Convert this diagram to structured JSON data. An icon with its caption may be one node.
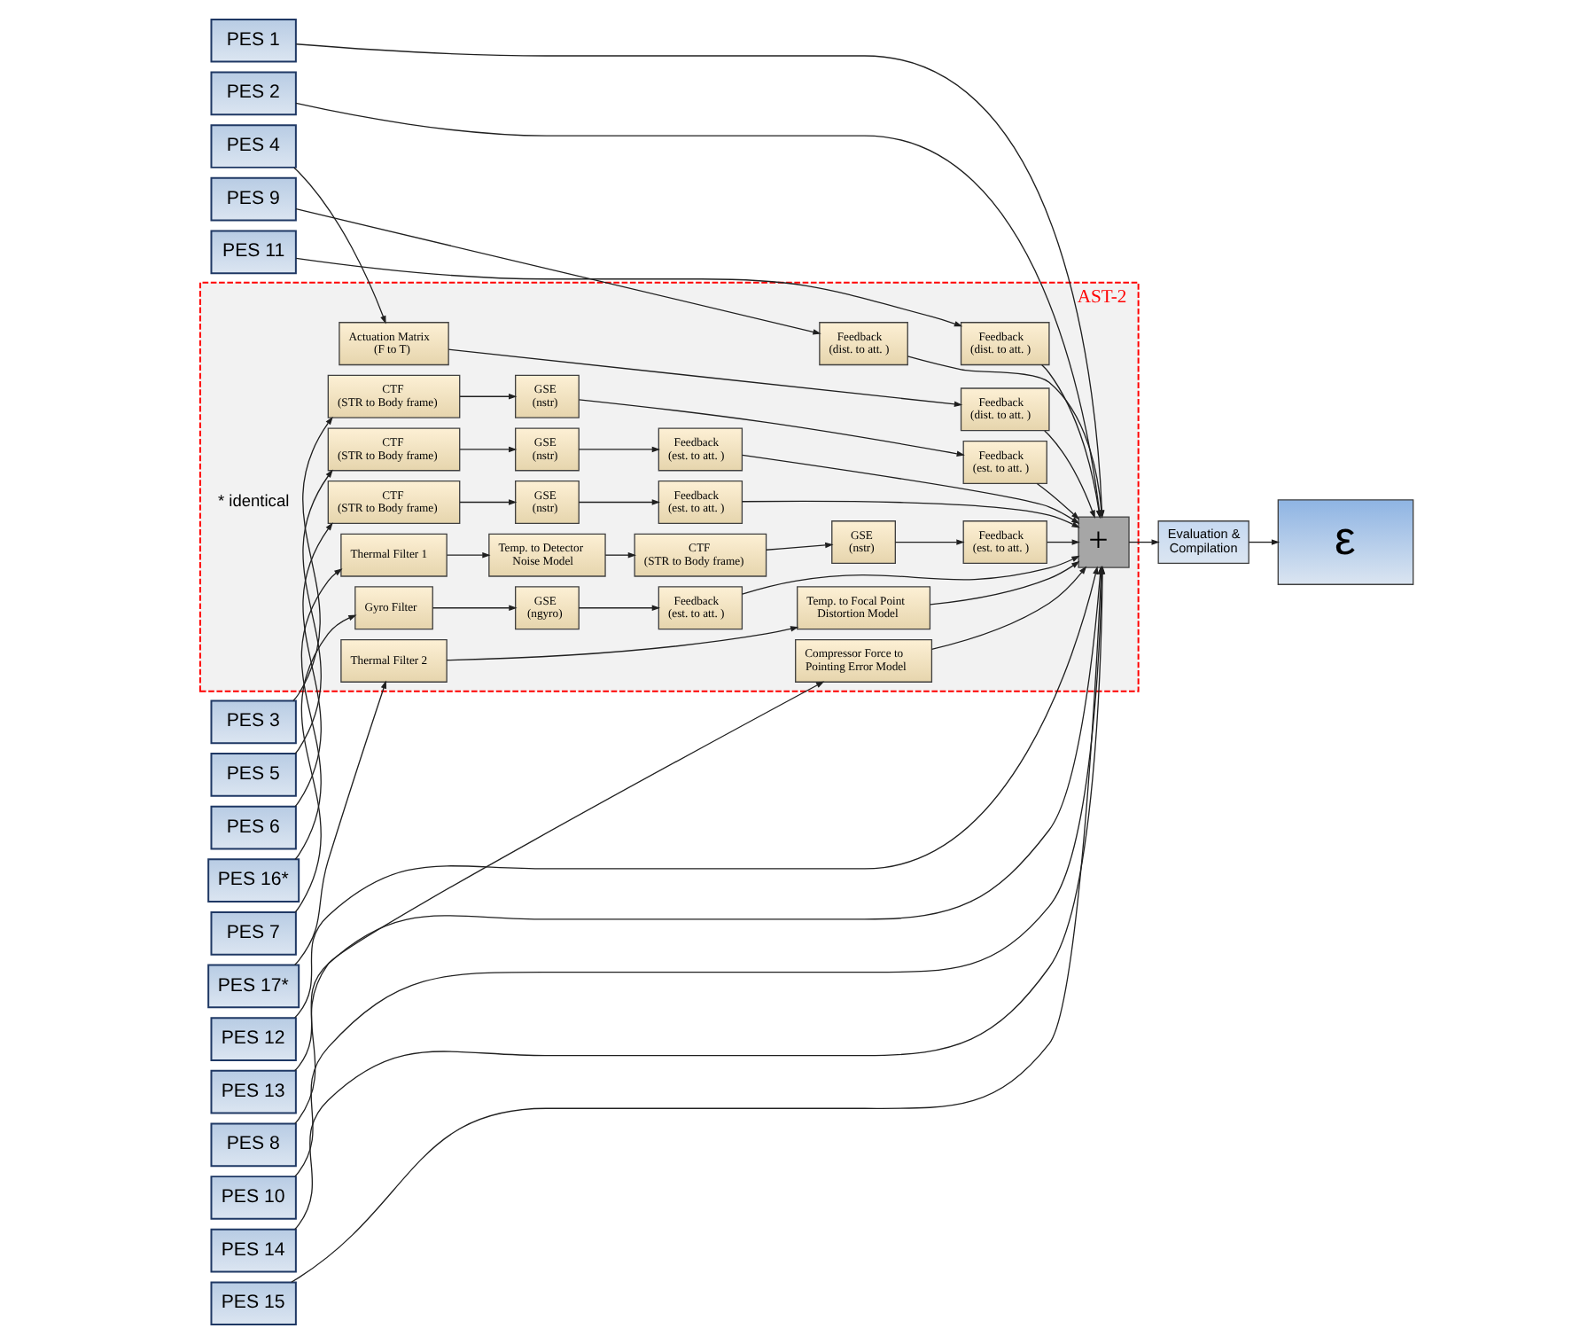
{
  "diagram": {
    "nodes": [
      {
        "text": [
          "AST-2"
        ]
      },
      {
        "text": [
          "PES 1"
        ]
      },
      {
        "text": [
          "PES 2"
        ]
      },
      {
        "text": [
          "PES 4"
        ]
      },
      {
        "text": [
          "Actuation Matrix",
          "(F to T)"
        ],
        "in": 0
      },
      {
        "text": [
          "Feedback",
          "(dist. to att. )"
        ],
        "in": 0
      },
      {
        "text": [
          "PES 9"
        ]
      },
      {
        "text": [
          "Feedback",
          "(dist. to att. )"
        ],
        "in": 0
      },
      {
        "text": [
          "PES 11"
        ]
      },
      {
        "text": [
          "Feedback",
          "(dist. to att. )"
        ],
        "in": 0
      },
      {
        "text": [
          "PES 3"
        ]
      },
      {
        "text": [
          "CTF",
          "(STR to Body frame)"
        ],
        "in": 0
      },
      {
        "text": [
          "GSE",
          "(nstr)"
        ],
        "in": 0
      },
      {
        "text": [
          "Feedback",
          "(est. to att. )"
        ],
        "in": 0
      },
      {
        "text": [
          "PES 5"
        ]
      },
      {
        "text": [
          "CTF",
          "(STR to Body frame)"
        ],
        "in": 0
      },
      {
        "text": [
          "GSE",
          "(nstr)"
        ],
        "in": 0
      },
      {
        "text": [
          "Feedback",
          "(est. to att. )"
        ],
        "in": 0
      },
      {
        "text": [
          "PES 6"
        ]
      },
      {
        "text": [
          "CTF",
          "(STR to Body frame)"
        ],
        "in": 0
      },
      {
        "text": [
          "GSE",
          "(nstr)"
        ],
        "in": 0
      },
      {
        "text": [
          "Feedback",
          "(est. to att. )"
        ],
        "in": 0
      },
      {
        "text": [
          "+"
        ],
        "in": 0
      },
      {
        "text": [
          "Evaluation & Compilation"
        ]
      },
      {
        "text": [
          "PES 16*"
        ]
      },
      {
        "text": [
          "Thermal Filter 1"
        ],
        "in": 0
      },
      {
        "text": [
          "Temp. to Detector Noise Model"
        ],
        "in": 0
      },
      {
        "text": [
          "CTF",
          "(STR to Body frame)"
        ],
        "in": 0
      },
      {
        "text": [
          "GSE",
          "(nstr)"
        ],
        "in": 0
      },
      {
        "text": [
          "Feedback",
          "(est. to att. )"
        ],
        "in": 0
      },
      {
        "text": [
          "ε"
        ]
      },
      {
        "text": [
          "PES 7"
        ]
      },
      {
        "text": [
          "Gyro Filter"
        ],
        "in": 0
      },
      {
        "text": [
          "GSE",
          "(ngyro)"
        ],
        "in": 0
      },
      {
        "text": [
          "Feedback",
          "(est. to att. )"
        ],
        "in": 0
      },
      {
        "text": [
          "PES 17*"
        ]
      },
      {
        "text": [
          "Thermal Filter 2"
        ],
        "in": 0
      },
      {
        "text": [
          "Temp. to Focal Point Distortion Model"
        ],
        "in": 0
      },
      {
        "text": [
          "PES 12"
        ]
      },
      {
        "text": [
          "PES 13"
        ]
      },
      {
        "text": [
          "PES 8"
        ]
      },
      {
        "text": [
          "Compressor Force to Pointing Error Model"
        ],
        "in": 0
      },
      {
        "text": [
          "PES 10"
        ]
      },
      {
        "text": [
          "PES 14"
        ]
      },
      {
        "text": [
          "PES 15"
        ]
      }
    ],
    "edges": [
      {
        "from": 1,
        "to": 22,
        "arrow": "to"
      },
      {
        "from": 2,
        "to": 22,
        "arrow": "to"
      },
      {
        "from": 3,
        "to": 4,
        "arrow": "to"
      },
      {
        "from": 4,
        "to": 5,
        "arrow": "to"
      },
      {
        "from": 5,
        "to": 22,
        "arrow": "to"
      },
      {
        "from": 6,
        "to": 7,
        "arrow": "to"
      },
      {
        "from": 7,
        "to": 22,
        "arrow": "to"
      },
      {
        "from": 8,
        "to": 9,
        "arrow": "to"
      },
      {
        "from": 9,
        "to": 22,
        "arrow": "to"
      },
      {
        "from": 10,
        "to": 11,
        "arrow": "to"
      },
      {
        "from": 11,
        "to": 12,
        "arrow": "to"
      },
      {
        "from": 12,
        "to": 13,
        "arrow": "to"
      },
      {
        "from": 13,
        "to": 22,
        "arrow": "to"
      },
      {
        "from": 14,
        "to": 15,
        "arrow": "to"
      },
      {
        "from": 15,
        "to": 16,
        "arrow": "to"
      },
      {
        "from": 16,
        "to": 17,
        "arrow": "to"
      },
      {
        "from": 17,
        "to": 22,
        "arrow": "to"
      },
      {
        "from": 18,
        "to": 19,
        "arrow": "to"
      },
      {
        "from": 19,
        "to": 20,
        "arrow": "to"
      },
      {
        "from": 20,
        "to": 21,
        "arrow": "to"
      },
      {
        "from": 21,
        "to": 22,
        "arrow": "to"
      },
      {
        "from": 22,
        "to": 23,
        "arrow": "to"
      },
      {
        "from": 23,
        "to": 30,
        "arrow": "to"
      },
      {
        "from": 24,
        "to": 25,
        "arrow": "to"
      },
      {
        "from": 25,
        "to": 26,
        "arrow": "to"
      },
      {
        "from": 26,
        "to": 27,
        "arrow": "to"
      },
      {
        "from": 27,
        "to": 28,
        "arrow": "to"
      },
      {
        "from": 28,
        "to": 29,
        "arrow": "to"
      },
      {
        "from": 29,
        "to": 22,
        "arrow": "to"
      },
      {
        "from": 31,
        "to": 32,
        "arrow": "to"
      },
      {
        "from": 32,
        "to": 33,
        "arrow": "to"
      },
      {
        "from": 33,
        "to": 34,
        "arrow": "to"
      },
      {
        "from": 34,
        "to": 22,
        "arrow": "to"
      },
      {
        "from": 35,
        "to": 36,
        "arrow": "to"
      },
      {
        "from": 36,
        "to": 37,
        "arrow": "to"
      },
      {
        "from": 37,
        "to": 22,
        "arrow": "to"
      },
      {
        "from": 38,
        "to": 22,
        "arrow": "to"
      },
      {
        "from": 39,
        "to": 22,
        "arrow": "to"
      },
      {
        "from": 40,
        "to": 41,
        "arrow": "to"
      },
      {
        "from": 41,
        "to": 22,
        "arrow": "to"
      },
      {
        "from": 42,
        "to": 22,
        "arrow": "to"
      },
      {
        "from": 43,
        "to": 22,
        "arrow": "to"
      },
      {
        "from": 44,
        "to": 22,
        "arrow": "to"
      }
    ],
    "labels": [
      "* identical"
    ]
  }
}
